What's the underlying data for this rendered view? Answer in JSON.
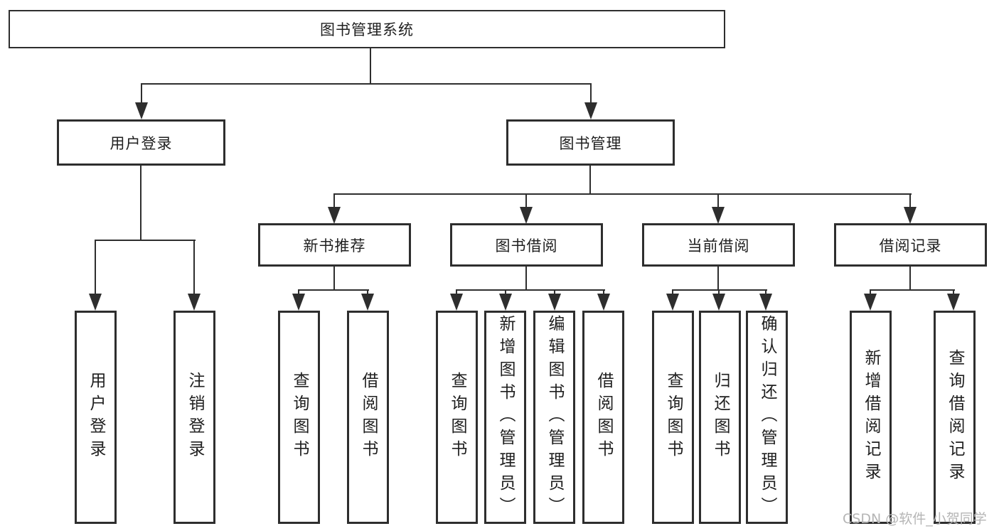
{
  "diagram": {
    "root": {
      "label": "图书管理系统"
    },
    "level2": [
      {
        "label": "用户登录"
      },
      {
        "label": "图书管理"
      }
    ],
    "level3": [
      {
        "label": "新书推荐"
      },
      {
        "label": "图书借阅"
      },
      {
        "label": "当前借阅"
      },
      {
        "label": "借阅记录"
      }
    ],
    "leaves": {
      "login": [
        {
          "label": "用户登录"
        },
        {
          "label": "注销登录"
        }
      ],
      "recommend": [
        {
          "label": "查询图书"
        },
        {
          "label": "借阅图书"
        }
      ],
      "borrowing": [
        {
          "label": "查询图书"
        },
        {
          "label": "新增图书（管理员）"
        },
        {
          "label": "编辑图书（管理员）"
        },
        {
          "label": "借阅图书"
        }
      ],
      "current": [
        {
          "label": "查询图书"
        },
        {
          "label": "归还图书"
        },
        {
          "label": "确认归还（管理员）"
        }
      ],
      "records": [
        {
          "label": "新增借阅记录"
        },
        {
          "label": "查询借阅记录"
        }
      ]
    },
    "watermark": "CSDN @软件_小贺同学",
    "colors": {
      "line": "#2e2e2e",
      "box_border": "#2e2e2e",
      "text": "#1f1f1f",
      "watermark": "#b5b5b5",
      "background": "#ffffff"
    }
  }
}
